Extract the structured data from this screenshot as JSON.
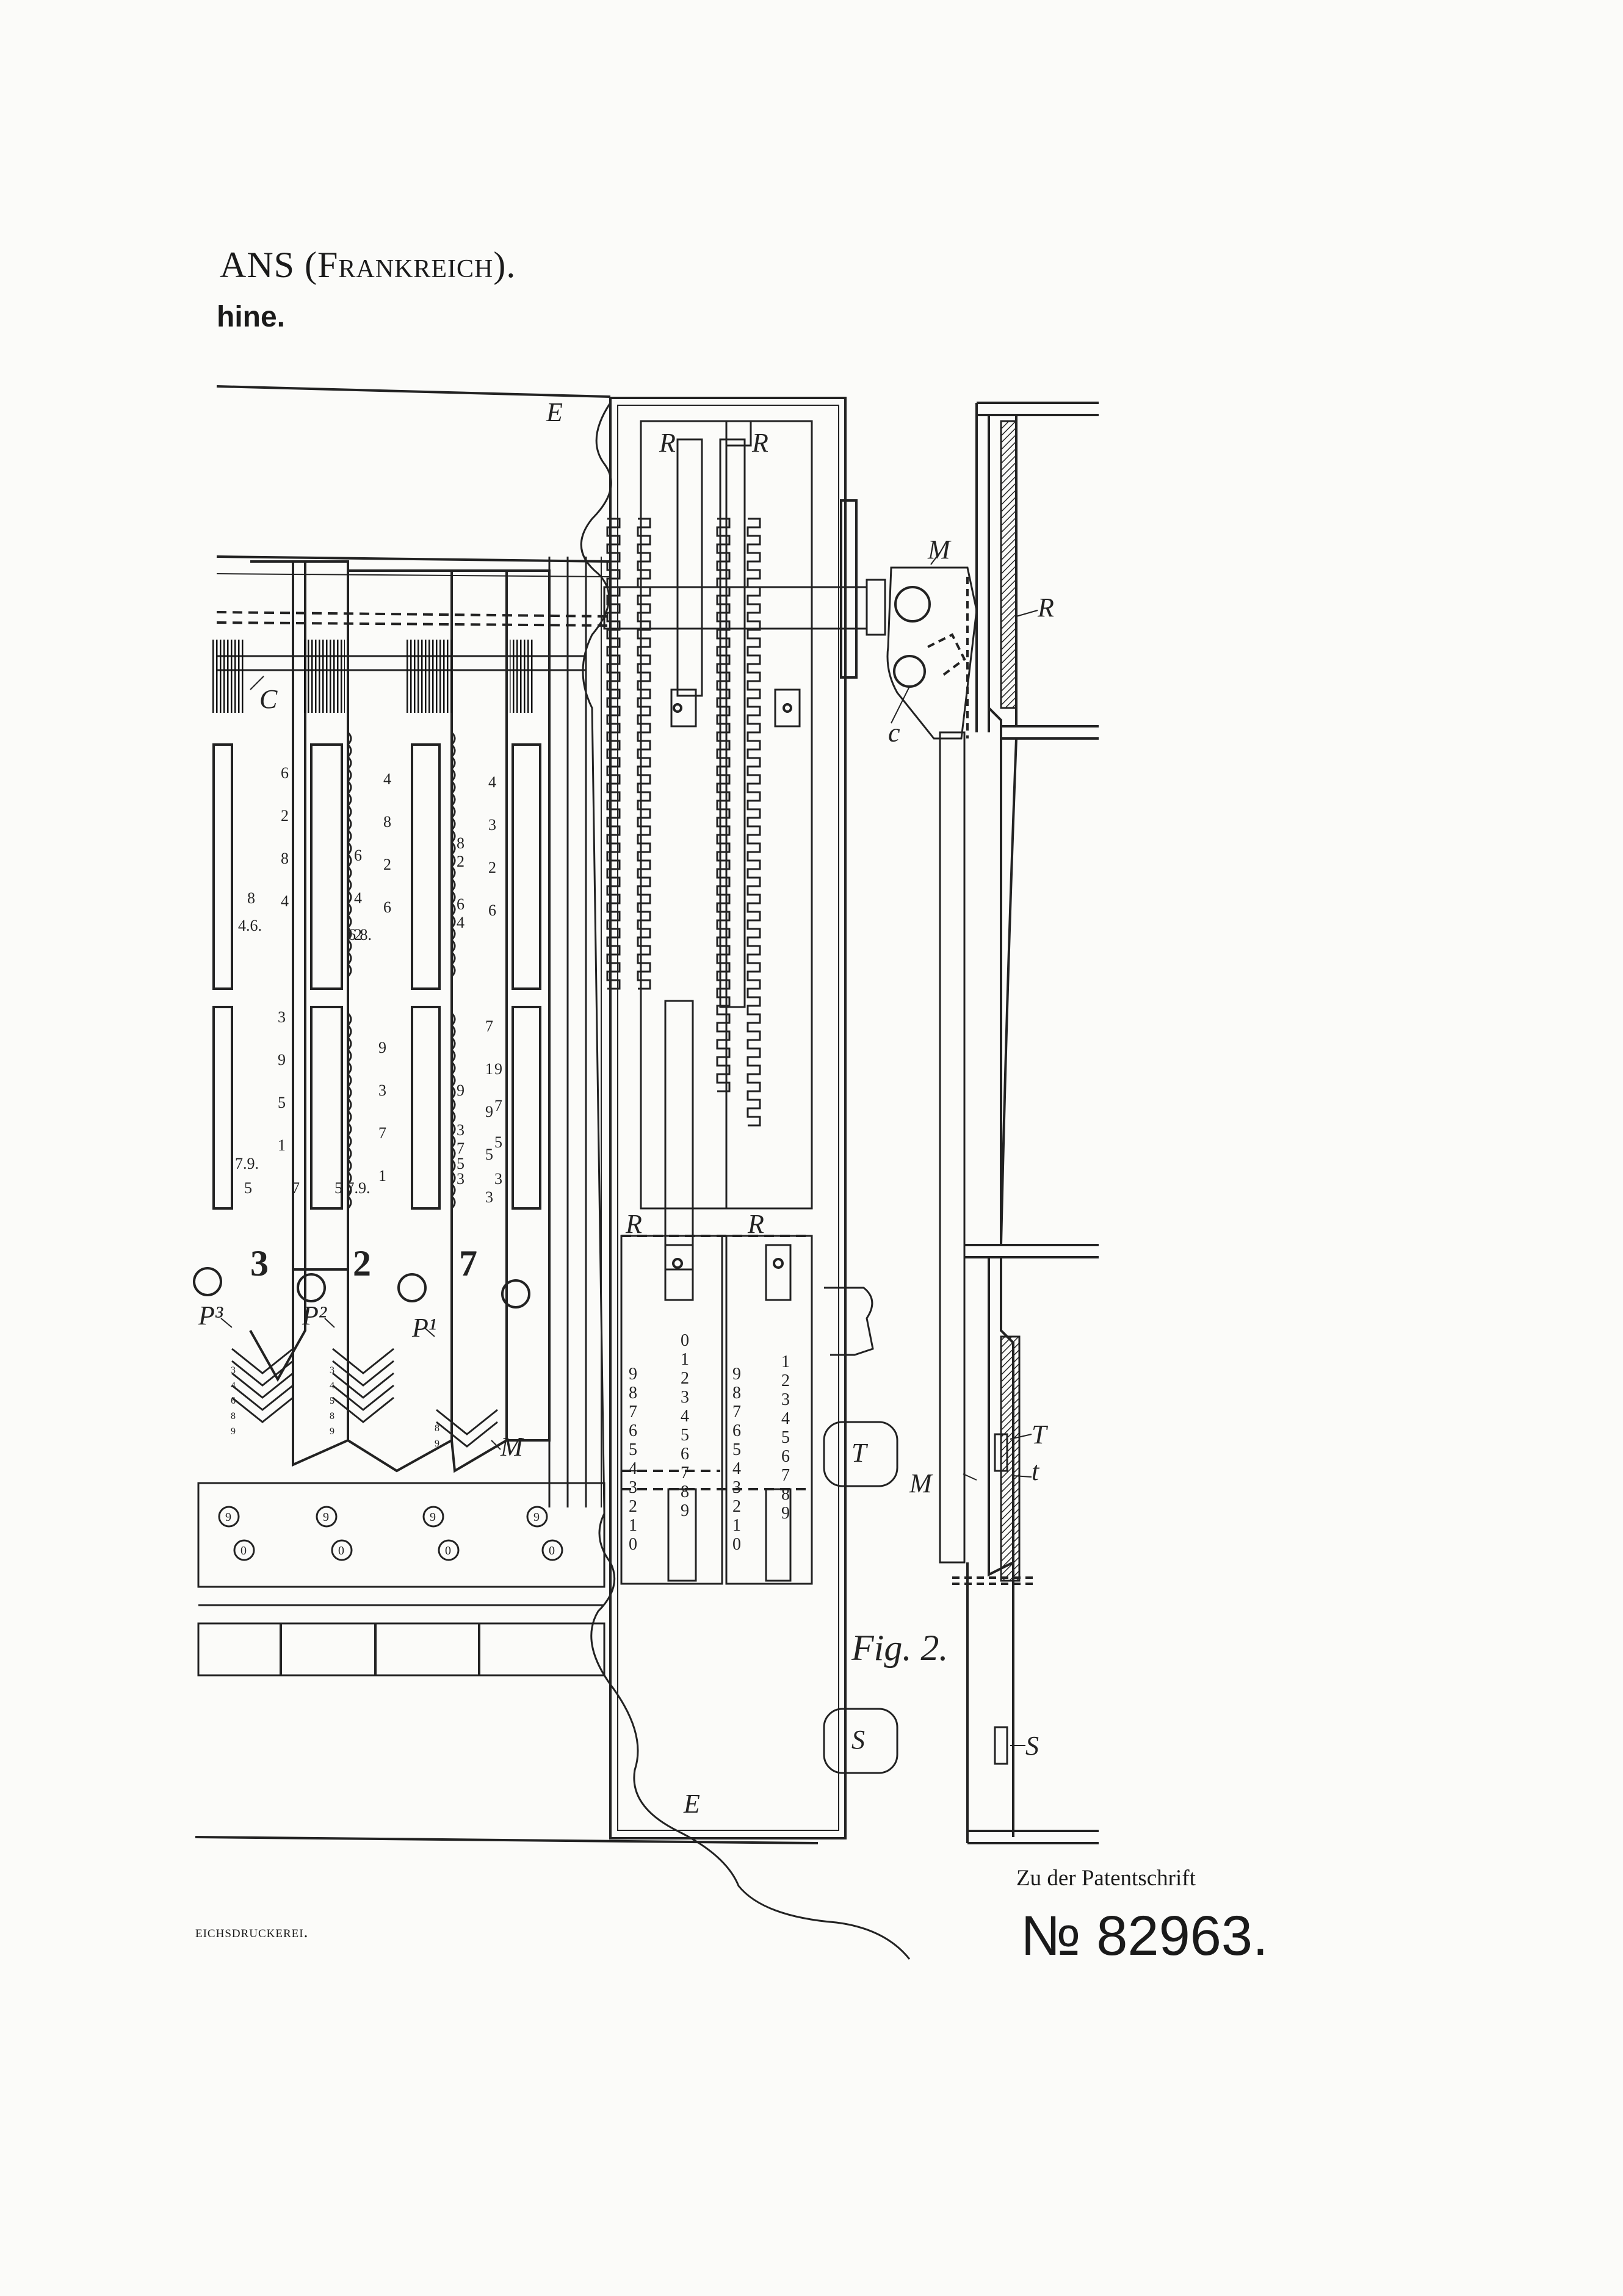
{
  "header": {
    "inventor_main": "ANS",
    "inventor_country": "(Frankreich).",
    "machine_fragment": "hine."
  },
  "footer": {
    "printer": "eichsdruckerei.",
    "patent_caption": "Zu der Patentschrift",
    "patent_number": "№ 82963."
  },
  "figure": {
    "caption": "Fig. 2.",
    "labels": {
      "E_top": "E",
      "E_bottom": "E",
      "R_left": "R",
      "R_right": "R",
      "R_low_left": "R",
      "R_low_right": "R",
      "R_side": "R",
      "M_arm": "M",
      "c_pin": "c",
      "C_comb": "C",
      "P3": "P³",
      "P2": "P²",
      "P1": "P¹",
      "M_slide": "M",
      "T_knob": "T",
      "S_knob": "S",
      "M_side": "M",
      "T_side": "T",
      "t_side": "t",
      "S_side": "S"
    },
    "slide_numbers": [
      "3",
      "2",
      "7"
    ],
    "slide_upper_digits": [
      [
        "6",
        "2",
        "8",
        "4"
      ],
      [
        "4",
        "8",
        "2",
        "6"
      ],
      [
        "4",
        "3",
        "2",
        "6"
      ]
    ],
    "slide_side_digits_upper": [
      [
        "8",
        "2",
        "6",
        "4"
      ],
      [
        "8",
        "6",
        "4",
        "2"
      ]
    ],
    "slide_side_marks": [
      "4.6.",
      "6 8.",
      "7.9.",
      "5 7.9.",
      "5"
    ],
    "slide_lower_digits": [
      [
        "3",
        "9",
        "5",
        "1",
        "7"
      ],
      [
        "9",
        "3",
        "7",
        "1"
      ],
      [
        "7",
        "1",
        "9",
        "5",
        "3"
      ]
    ],
    "slide_side_digits_lower": [
      [
        "9",
        "3",
        "7",
        "5",
        "3"
      ],
      [
        "9",
        "7",
        "5",
        "3"
      ]
    ],
    "scale_left_a": [
      "9",
      "8",
      "7",
      "6",
      "5",
      "4",
      "3",
      "2",
      "1",
      "0"
    ],
    "scale_left_b": [
      "0",
      "1",
      "2",
      "3",
      "4",
      "5",
      "6",
      "7",
      "8",
      "9"
    ],
    "scale_right_a": [
      "9",
      "8",
      "7",
      "6",
      "5",
      "4",
      "3",
      "2",
      "1",
      "0"
    ],
    "scale_right_b": [
      "1",
      "2",
      "3",
      "4",
      "5",
      "6",
      "7",
      "8",
      "9"
    ],
    "bolt_top": "9",
    "bolt_bottom": "0"
  }
}
